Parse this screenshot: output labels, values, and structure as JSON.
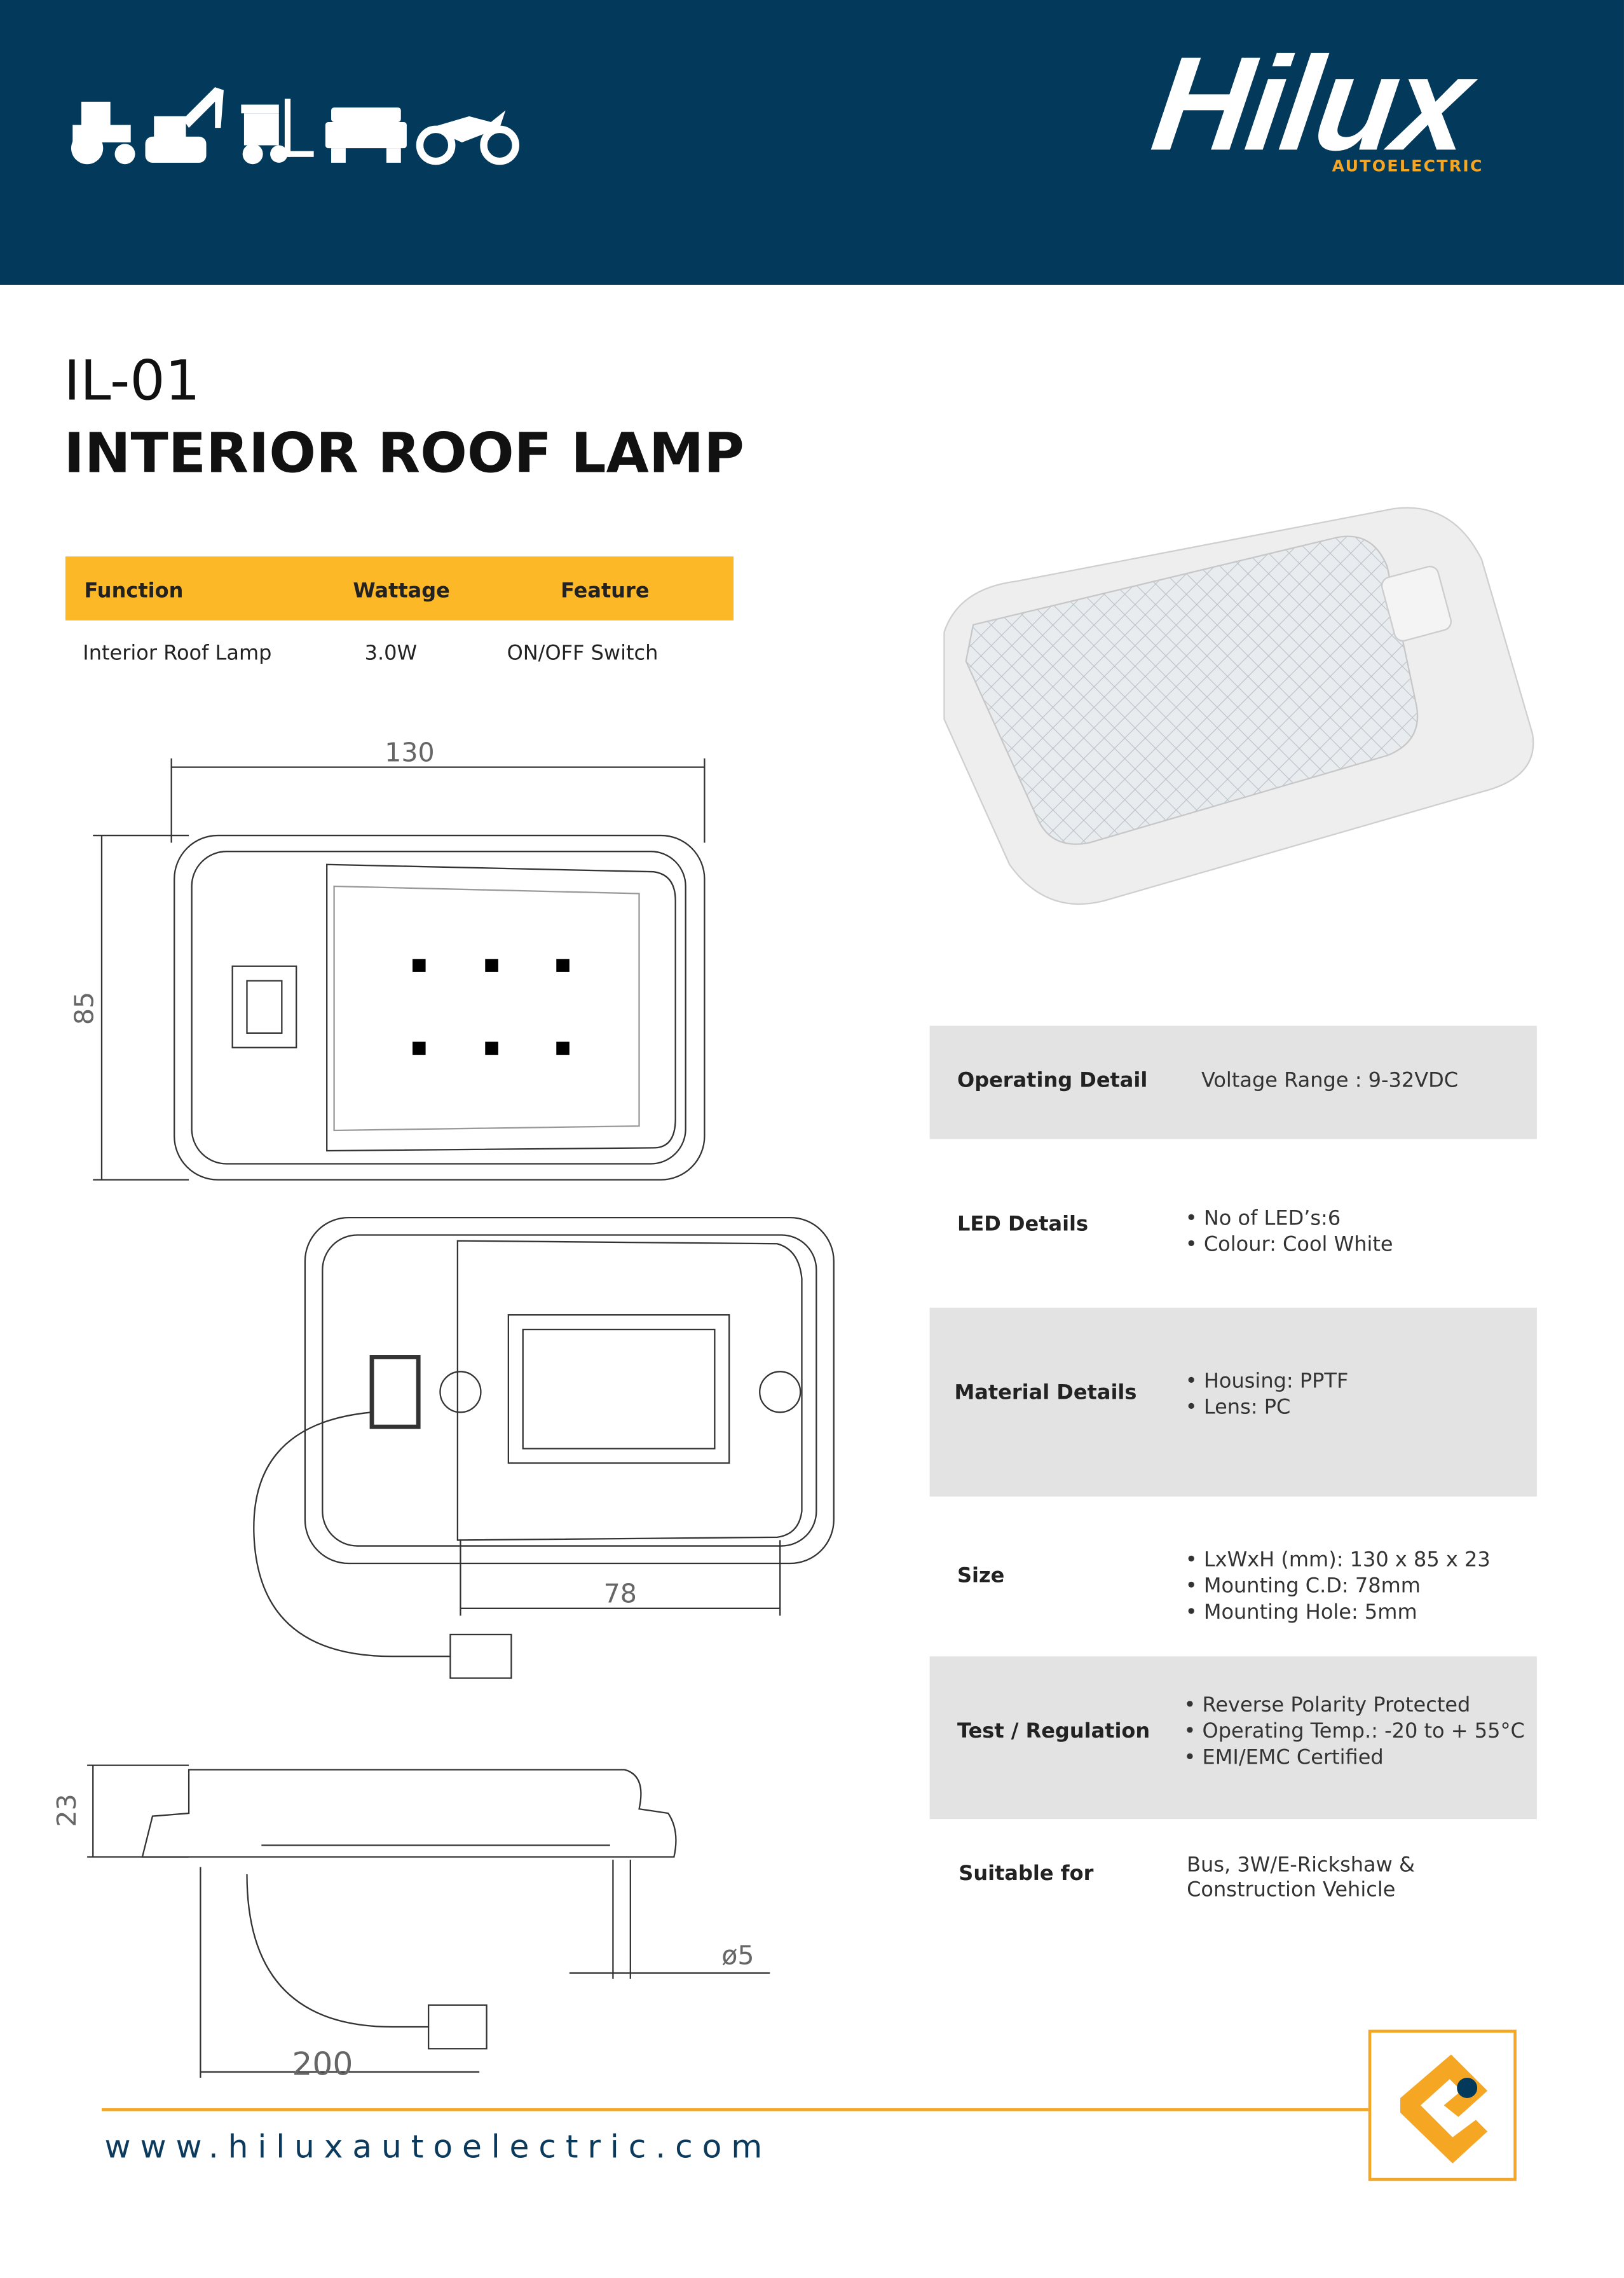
{
  "header": {
    "brand": "Hilux",
    "brand_sub": "AUTOELECTRIC",
    "vehicle_icons": [
      "tractor-icon",
      "excavator-icon",
      "forklift-icon",
      "jeep-icon",
      "motorcycle-icon"
    ]
  },
  "product": {
    "code": "IL-01",
    "name": "INTERIOR ROOF LAMP"
  },
  "summary_table": {
    "headers": [
      "Function",
      "Wattage",
      "Feature"
    ],
    "values": [
      "Interior Roof Lamp",
      "3.0W",
      "ON/OFF Switch"
    ]
  },
  "drawing": {
    "length": "130",
    "width": "85",
    "mounting_cd": "78",
    "height": "23",
    "hole": "ø5",
    "cable": "200"
  },
  "specs": [
    {
      "label": "Operating Detail",
      "values": [
        "Voltage Range : 9-32VDC"
      ]
    },
    {
      "label": "LED Details",
      "values": [
        "• No of LED’s:6",
        "• Colour: Cool White"
      ]
    },
    {
      "label": "Material Details",
      "values": [
        "• Housing:  PPTF",
        "• Lens:  PC"
      ]
    },
    {
      "label": "Size",
      "values": [
        "• LxWxH (mm): 130 x 85 x 23",
        "• Mounting C.D:  78mm",
        "• Mounting Hole: 5mm"
      ]
    },
    {
      "label": "Test / Regulation",
      "values": [
        "• Reverse Polarity Protected",
        "• Operating Temp.: -20 to + 55°C",
        "• EMI/EMC Certified"
      ]
    },
    {
      "label": "Suitable for",
      "values": [
        "Bus, 3W/E-Rickshaw &",
        "Construction Vehicle"
      ]
    }
  ],
  "footer": {
    "url": "www.hiluxautoelectric.com"
  },
  "colors": {
    "navy": "#033a5c",
    "accent": "#fdb827",
    "orange": "#f5a623",
    "row_gray": "#e3e3e3"
  }
}
